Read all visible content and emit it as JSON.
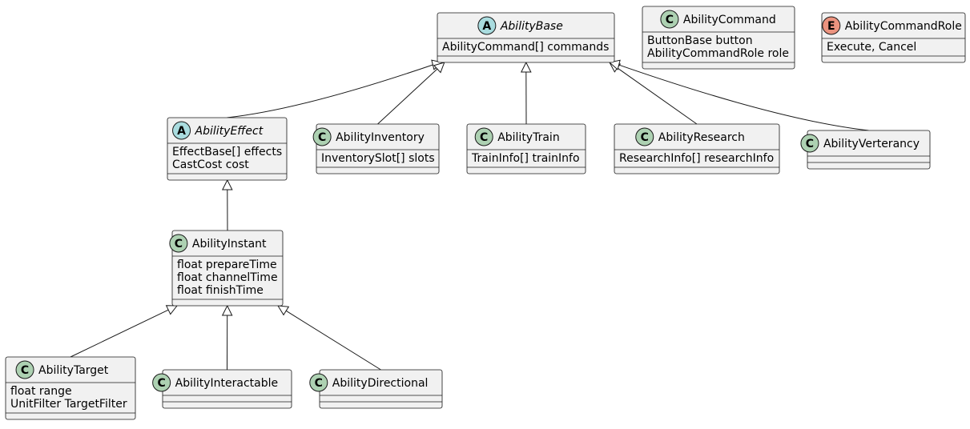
{
  "colors": {
    "box_fill": "#f1f1f1",
    "box_stroke": "#181818",
    "class_circle": "#add1b2",
    "abstract_circle": "#a9dcdf",
    "enum_circle": "#eb937f",
    "edge": "#181818"
  },
  "classes": [
    {
      "id": "AbilityBase",
      "kind": "abstract",
      "stereo": "A",
      "name": "AbilityBase",
      "fields": [
        "AbilityCommand[] commands"
      ]
    },
    {
      "id": "AbilityCommand",
      "kind": "class",
      "stereo": "C",
      "name": "AbilityCommand",
      "fields": [
        "ButtonBase button",
        "AbilityCommandRole role"
      ]
    },
    {
      "id": "AbilityCommandRole",
      "kind": "enum",
      "stereo": "E",
      "name": "AbilityCommandRole",
      "fields": [
        "Execute, Cancel"
      ]
    },
    {
      "id": "AbilityEffect",
      "kind": "abstract",
      "stereo": "A",
      "name": "AbilityEffect",
      "fields": [
        "EffectBase[] effects",
        "CastCost cost"
      ]
    },
    {
      "id": "AbilityInventory",
      "kind": "class",
      "stereo": "C",
      "name": "AbilityInventory",
      "fields": [
        "InventorySlot[] slots"
      ]
    },
    {
      "id": "AbilityTrain",
      "kind": "class",
      "stereo": "C",
      "name": "AbilityTrain",
      "fields": [
        "TrainInfo[] trainInfo"
      ]
    },
    {
      "id": "AbilityResearch",
      "kind": "class",
      "stereo": "C",
      "name": "AbilityResearch",
      "fields": [
        "ResearchInfo[] researchInfo"
      ]
    },
    {
      "id": "AbilityVerterancy",
      "kind": "class",
      "stereo": "C",
      "name": "AbilityVerterancy",
      "fields": []
    },
    {
      "id": "AbilityInstant",
      "kind": "class",
      "stereo": "C",
      "name": "AbilityInstant",
      "fields": [
        "float prepareTime",
        "float channelTime",
        "float finishTime"
      ]
    },
    {
      "id": "AbilityTarget",
      "kind": "class",
      "stereo": "C",
      "name": "AbilityTarget",
      "fields": [
        "float range",
        "UnitFilter TargetFilter"
      ]
    },
    {
      "id": "AbilityInteractable",
      "kind": "class",
      "stereo": "C",
      "name": "AbilityInteractable",
      "fields": []
    },
    {
      "id": "AbilityDirectional",
      "kind": "class",
      "stereo": "C",
      "name": "AbilityDirectional",
      "fields": []
    }
  ],
  "inheritance": [
    {
      "child": "AbilityEffect",
      "parent": "AbilityBase"
    },
    {
      "child": "AbilityInventory",
      "parent": "AbilityBase"
    },
    {
      "child": "AbilityTrain",
      "parent": "AbilityBase"
    },
    {
      "child": "AbilityResearch",
      "parent": "AbilityBase"
    },
    {
      "child": "AbilityVerterancy",
      "parent": "AbilityBase"
    },
    {
      "child": "AbilityInstant",
      "parent": "AbilityEffect"
    },
    {
      "child": "AbilityTarget",
      "parent": "AbilityInstant"
    },
    {
      "child": "AbilityInteractable",
      "parent": "AbilityInstant"
    },
    {
      "child": "AbilityDirectional",
      "parent": "AbilityInstant"
    }
  ]
}
